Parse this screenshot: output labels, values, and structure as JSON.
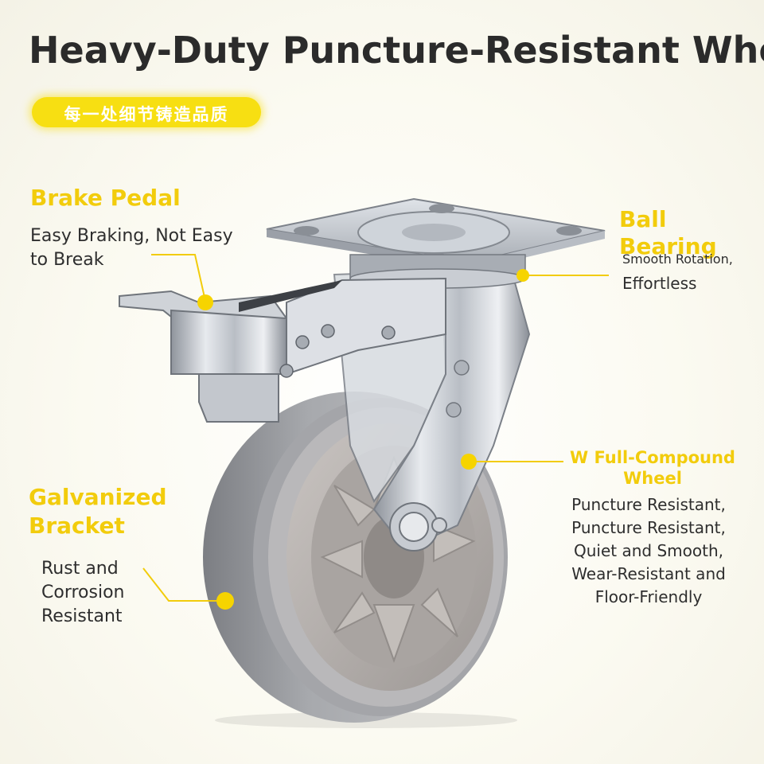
{
  "title": "Heavy-Duty Puncture-Resistant Wheel",
  "badge": "每一处细节铸造品质",
  "colors": {
    "accent": "#f7df12",
    "feature_title": "#f2cc0c",
    "text": "#2e2e2e"
  },
  "features": {
    "brake": {
      "title": "Brake Pedal",
      "line1": "Easy Braking, Not Easy",
      "line2": "to Break"
    },
    "bearing": {
      "title": "Ball Bearing",
      "line1": "Smooth Rotation,",
      "line2": "Effortless"
    },
    "bracket": {
      "title1": "Galvanized",
      "title2": "Bracket",
      "line1": "Rust and",
      "line2": "Corrosion",
      "line3": "Resistant"
    },
    "wheel": {
      "title1": "W Full-Compound",
      "title2": "Wheel",
      "line1": "Puncture Resistant,",
      "line2": "Puncture Resistant,",
      "line3": "Quiet and Smooth,",
      "line4": "Wear-Resistant and",
      "line5": "Floor-Friendly"
    }
  },
  "illustration": {
    "subject": "swivel-caster-wheel-with-brake",
    "icon": "caster-wheel-icon"
  }
}
